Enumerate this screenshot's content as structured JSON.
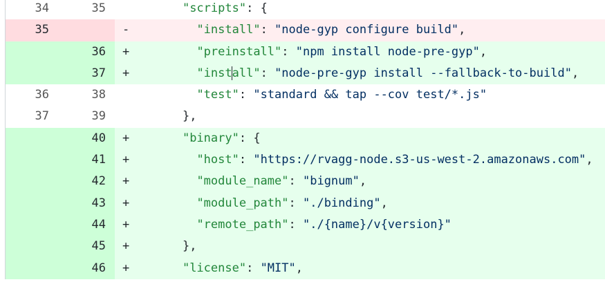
{
  "diff": {
    "rows": [
      {
        "type": "ctx",
        "old": "34",
        "new": "35",
        "sign": "",
        "indent": "",
        "key": "\"scripts\"",
        "sep": ": ",
        "value": "",
        "tail": "{"
      },
      {
        "type": "del",
        "old": "35",
        "new": "",
        "sign": "-",
        "indent": "  ",
        "key": "\"install\"",
        "sep": ": ",
        "value": "\"node-gyp configure build\"",
        "tail": ","
      },
      {
        "type": "add",
        "old": "",
        "new": "36",
        "sign": "+",
        "indent": "  ",
        "key": "\"preinstall\"",
        "sep": ": ",
        "value": "\"npm install node-pre-gyp\"",
        "tail": ","
      },
      {
        "type": "add",
        "old": "",
        "new": "37",
        "sign": "+",
        "indent": "  ",
        "key": "\"install\"",
        "sep": ": ",
        "value": "\"node-pre-gyp install --fallback-to-build\"",
        "tail": ",",
        "caret": true
      },
      {
        "type": "ctx",
        "old": "36",
        "new": "38",
        "sign": "",
        "indent": "  ",
        "key": "\"test\"",
        "sep": ": ",
        "value": "\"standard && tap --cov test/*.js\"",
        "tail": ""
      },
      {
        "type": "ctx",
        "old": "37",
        "new": "39",
        "sign": "",
        "indent": "",
        "key": "",
        "sep": "",
        "value": "",
        "tail": "},"
      },
      {
        "type": "add",
        "old": "",
        "new": "40",
        "sign": "+",
        "indent": "",
        "key": "\"binary\"",
        "sep": ": ",
        "value": "",
        "tail": "{"
      },
      {
        "type": "add",
        "old": "",
        "new": "41",
        "sign": "+",
        "indent": "  ",
        "key": "\"host\"",
        "sep": ": ",
        "value": "\"https://rvagg-node.s3-us-west-2.amazonaws.com\"",
        "tail": ","
      },
      {
        "type": "add",
        "old": "",
        "new": "42",
        "sign": "+",
        "indent": "  ",
        "key": "\"module_name\"",
        "sep": ": ",
        "value": "\"bignum\"",
        "tail": ","
      },
      {
        "type": "add",
        "old": "",
        "new": "43",
        "sign": "+",
        "indent": "  ",
        "key": "\"module_path\"",
        "sep": ": ",
        "value": "\"./binding\"",
        "tail": ","
      },
      {
        "type": "add",
        "old": "",
        "new": "44",
        "sign": "+",
        "indent": "  ",
        "key": "\"remote_path\"",
        "sep": ": ",
        "value": "\"./{name}/v{version}\"",
        "tail": ""
      },
      {
        "type": "add",
        "old": "",
        "new": "45",
        "sign": "+",
        "indent": "",
        "key": "",
        "sep": "",
        "value": "",
        "tail": "},"
      },
      {
        "type": "add",
        "old": "",
        "new": "46",
        "sign": "+",
        "indent": "",
        "key": "\"license\"",
        "sep": ": ",
        "value": "\"MIT\"",
        "tail": ","
      }
    ]
  }
}
